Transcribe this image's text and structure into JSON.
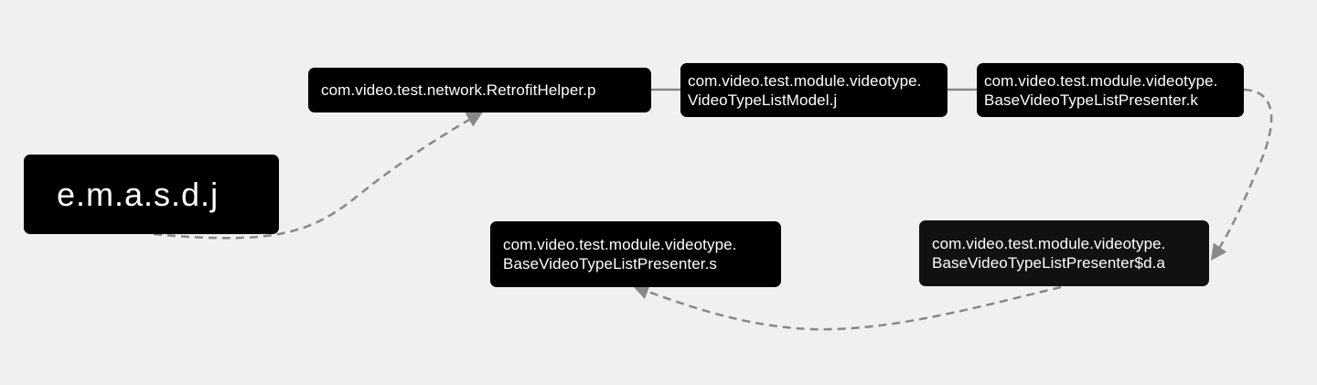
{
  "colors": {
    "background": "#f0f0f0",
    "node_fill": "#000000",
    "node_text": "#ffffff",
    "edge": "#888888"
  },
  "nodes": {
    "root": {
      "lines": [
        "e.m.a.s.d.j"
      ]
    },
    "retrofit_helper": {
      "lines": [
        "com.video.test.network.RetrofitHelper.p"
      ]
    },
    "videotype_list_model": {
      "lines": [
        "com.video.test.module.videotype.",
        "VideoTypeListModel.j"
      ]
    },
    "base_presenter_k": {
      "lines": [
        "com.video.test.module.videotype.",
        "BaseVideoTypeListPresenter.k"
      ]
    },
    "base_presenter_da": {
      "lines": [
        "com.video.test.module.videotype.",
        "BaseVideoTypeListPresenter$d.a"
      ]
    },
    "base_presenter_s": {
      "lines": [
        "com.video.test.module.videotype.",
        "BaseVideoTypeListPresenter.s"
      ]
    }
  },
  "edges": [
    {
      "from": "root",
      "to": "retrofit_helper",
      "style": "dashed",
      "arrow": true
    },
    {
      "from": "retrofit_helper",
      "to": "videotype_list_model",
      "style": "solid",
      "arrow": false
    },
    {
      "from": "videotype_list_model",
      "to": "base_presenter_k",
      "style": "solid",
      "arrow": false
    },
    {
      "from": "base_presenter_k",
      "to": "base_presenter_da",
      "style": "dashed",
      "arrow": true
    },
    {
      "from": "base_presenter_da",
      "to": "base_presenter_s",
      "style": "dashed",
      "arrow": true
    }
  ]
}
